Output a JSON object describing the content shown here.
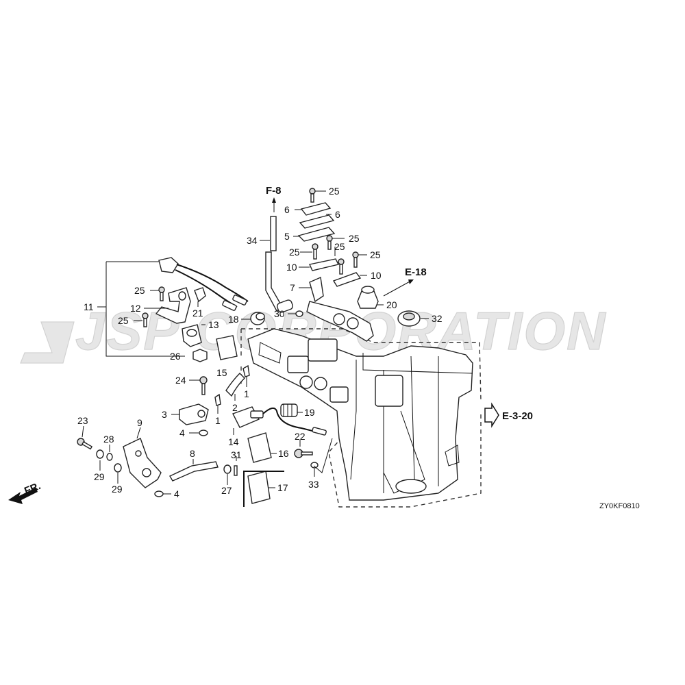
{
  "watermark": "JSP CORPORATION",
  "diagram_code": "ZY0KF0810",
  "front_label": "FR.",
  "refs": {
    "f8": "F-8",
    "e18": "E-18",
    "e320": "E-3-20"
  },
  "labels": {
    "l25a": "25",
    "l6a": "6",
    "l6b": "6",
    "l5": "5",
    "l25b": "25",
    "l25c": "25",
    "l25d": "25",
    "l25e": "25",
    "l10a": "10",
    "l10b": "10",
    "l7": "7",
    "l34": "34",
    "l20": "20",
    "l30": "30",
    "l32": "32",
    "l18": "18",
    "l11": "11",
    "l25f": "25",
    "l12": "12",
    "l21": "21",
    "l25g": "25",
    "l13": "13",
    "l26": "26",
    "l15": "15",
    "l24": "24",
    "l1a": "1",
    "l1b": "1",
    "l2": "2",
    "l3": "3",
    "l4a": "4",
    "l19": "19",
    "l14": "14",
    "l22": "22",
    "l16": "16",
    "l33": "33",
    "l31": "31",
    "l27": "27",
    "l17": "17",
    "l23": "23",
    "l9": "9",
    "l28": "28",
    "l29a": "29",
    "l29b": "29",
    "l4b": "4",
    "l8": "8"
  }
}
